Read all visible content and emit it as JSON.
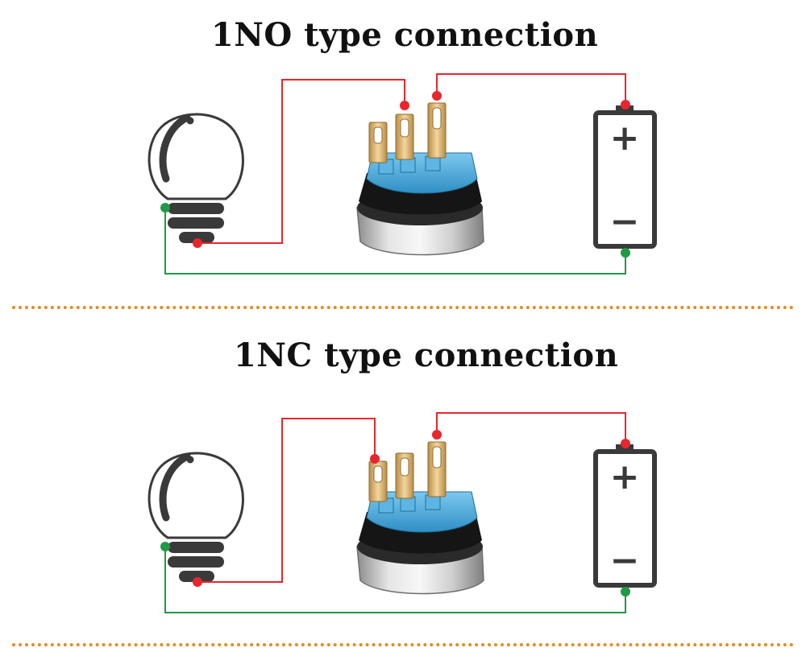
{
  "diagrams": [
    {
      "title": "1NO type connection",
      "switch_terminal_used": "normally-open",
      "components": [
        "bulb-icon",
        "push-switch",
        "battery-icon"
      ]
    },
    {
      "title": "1NC type connection",
      "switch_terminal_used": "normally-closed",
      "components": [
        "bulb-icon",
        "push-switch",
        "battery-icon"
      ]
    }
  ],
  "battery": {
    "positive_label": "+",
    "negative_label": "−"
  },
  "colors": {
    "wire_positive": "#e8262d",
    "wire_negative": "#1f9a45",
    "outline": "#333333",
    "divider": "#e58a1f",
    "switch_body": "#3aa3d6",
    "terminal": "#d8b06a",
    "bezel": "#c9c9c9"
  }
}
